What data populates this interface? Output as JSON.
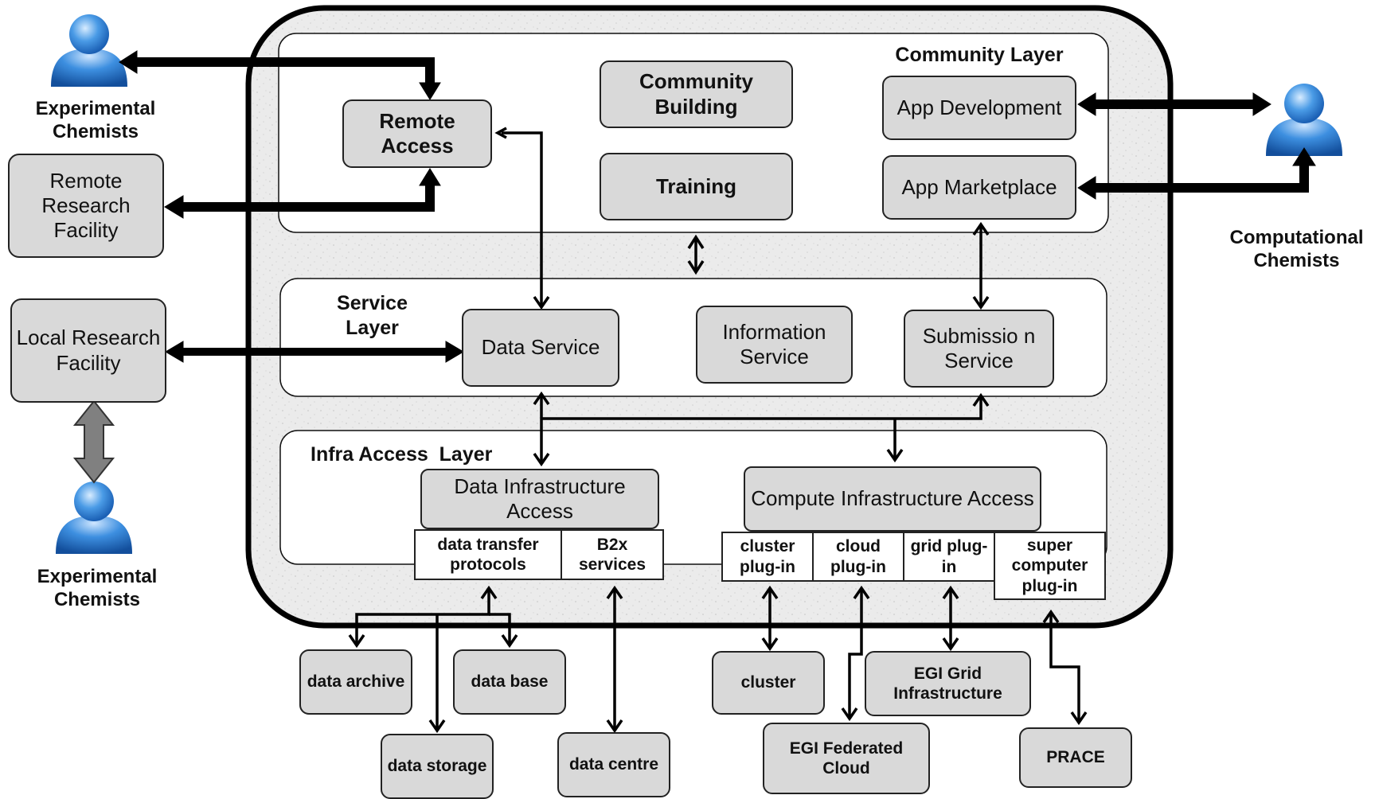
{
  "actors": {
    "experimental_top": "Experimental Chemists",
    "experimental_bottom": "Experimental Chemists",
    "computational": "Computational Chemists"
  },
  "external": {
    "remote_research_facility": "Remote Research Facility",
    "local_research_facility": "Local Research Facility"
  },
  "community_layer": {
    "title": "Community Layer",
    "remote_access": "Remote Access",
    "community_building": "Community Building",
    "training": "Training",
    "app_development": "App Development",
    "app_marketplace": "App Marketplace"
  },
  "service_layer": {
    "title": "Service Layer",
    "data_service": "Data Service",
    "information_service": "Information Service",
    "submission_service": "Submissio n Service"
  },
  "infra_layer": {
    "title": "Infra Access  Layer",
    "data_infrastructure_access": "Data Infrastructure Access",
    "compute_infrastructure_access": "Compute Infrastructure Access",
    "plugins": {
      "data_transfer": "data transfer protocols",
      "b2x": "B2x services",
      "cluster": "cluster plug-in",
      "cloud": "cloud plug-in",
      "grid": "grid plug-in",
      "super": "super computer plug-in"
    }
  },
  "resources": {
    "data_archive": "data archive",
    "data_base": "data base",
    "data_storage": "data storage",
    "data_centre": "data centre",
    "cluster": "cluster",
    "egi_grid": "EGI Grid Infrastructure",
    "egi_cloud": "EGI Federated Cloud",
    "prace": "PRACE"
  }
}
